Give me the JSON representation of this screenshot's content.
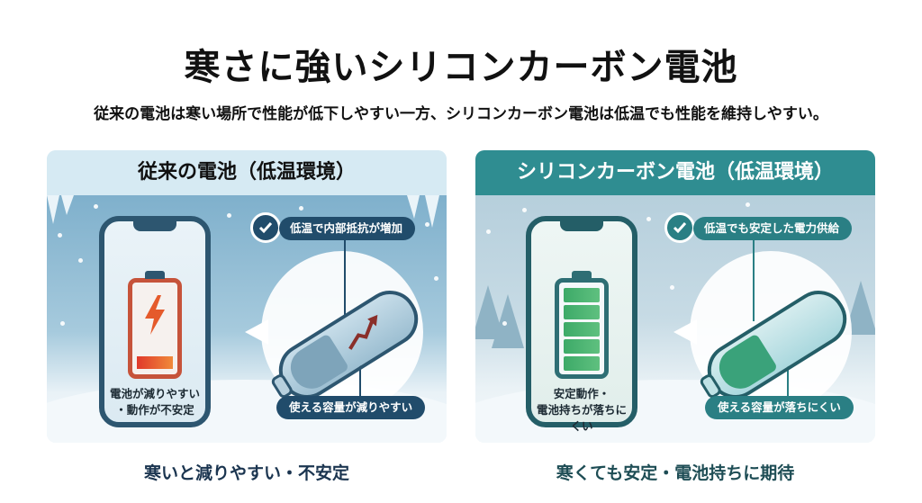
{
  "header": {
    "title": "寒さに強いシリコンカーボン電池",
    "subtitle": "従来の電池は寒い場所で性能が低下しやすい一方、シリコンカーボン電池は低温でも性能を維持しやすい。"
  },
  "panels": [
    {
      "id": "conventional",
      "title": "従来の電池（低温環境）",
      "header_color": "#d6eaf3",
      "accent_color": "#214c6b",
      "phone_caption_line1": "電池が減りやすい",
      "phone_caption_line2": "・動作が不安定",
      "battery_state": "low",
      "battery_icon": "lightning-bolt-icon",
      "callout_top": "低温で内部抵抗が増加",
      "callout_bottom": "使える容量が減りやすい",
      "footer": "寒いと減りやすい・不安定"
    },
    {
      "id": "silicon-carbon",
      "title": "シリコンカーボン電池（低温環境）",
      "header_color": "#2f8d91",
      "accent_color": "#2a7f84",
      "phone_caption_line1": "安定動作・",
      "phone_caption_line2": "電池持ちが落ちにくい",
      "battery_state": "full",
      "battery_cells": 5,
      "callout_top": "低温でも安定した電力供給",
      "callout_bottom": "使える容量が落ちにくい",
      "footer": "寒くても安定・電池持ちに期待"
    }
  ]
}
